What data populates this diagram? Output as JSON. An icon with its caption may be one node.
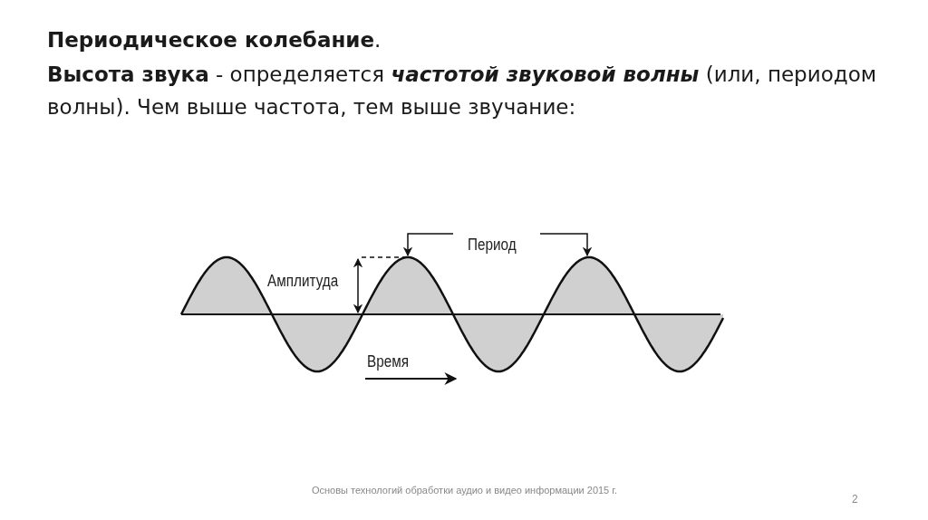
{
  "diagram": {
    "title": "**Периодическое колебание**.",
    "labels": [
      "**Высота звука** - определяется **частотой звуковой волны** (или, периодом волны). Чем выше частота, тем выше звучание:",
      "Период",
      "Амплитуда",
      "Время",
      "Основы технологий обработки аудио и видео информации 2015 г.",
      "2"
    ]
  }
}
